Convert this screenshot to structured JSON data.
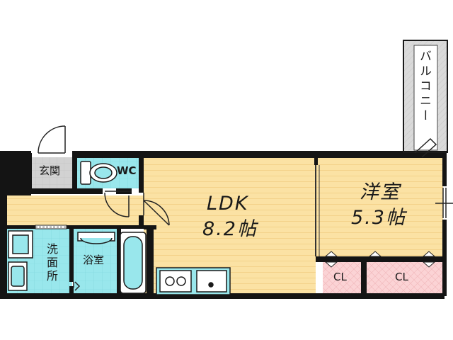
{
  "rooms": {
    "ldk_name": "LDK",
    "ldk_size": "8.2帖",
    "western_name": "洋室",
    "western_size": "5.3帖",
    "entrance": "玄関",
    "toilet": "WC",
    "washroom": "洗面所",
    "bathroom": "浴室",
    "closet_1": "CL",
    "closet_2": "CL",
    "balcony": "バルコニー"
  },
  "colors": {
    "floor_wood": "#fbe2a4",
    "wood_stripe": "#f3d28a",
    "wet_area": "#99e7ec",
    "closet_floor": "#fbd3d5",
    "entrance_floor": "#d2d2d2",
    "balcony_floor": "#dadada",
    "wall": "#141414"
  }
}
